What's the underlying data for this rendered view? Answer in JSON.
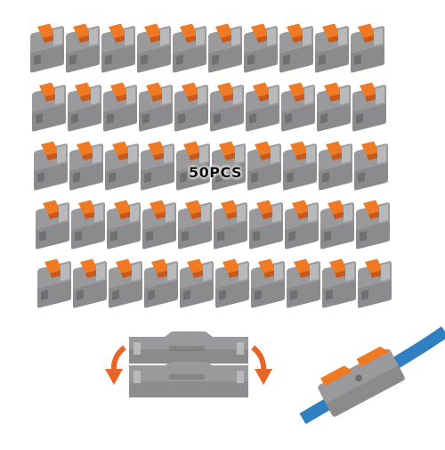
{
  "product": {
    "quantity_label": "50PCS",
    "item_name": "lever-wire-connector",
    "grid": {
      "rows": 5,
      "columns": 10
    }
  },
  "colors": {
    "housing": "#9a9a9c",
    "housing_light": "#b9b9bb",
    "housing_dark": "#6f7072",
    "lever": "#f07a24",
    "lever_dark": "#c9591a",
    "arrow": "#e8652a",
    "cable": "#2f7fc1",
    "wire": "#d9943a"
  },
  "icons": {
    "left_arrow": "curved-arrow-down-left-icon",
    "right_arrow": "curved-arrow-down-right-icon"
  }
}
